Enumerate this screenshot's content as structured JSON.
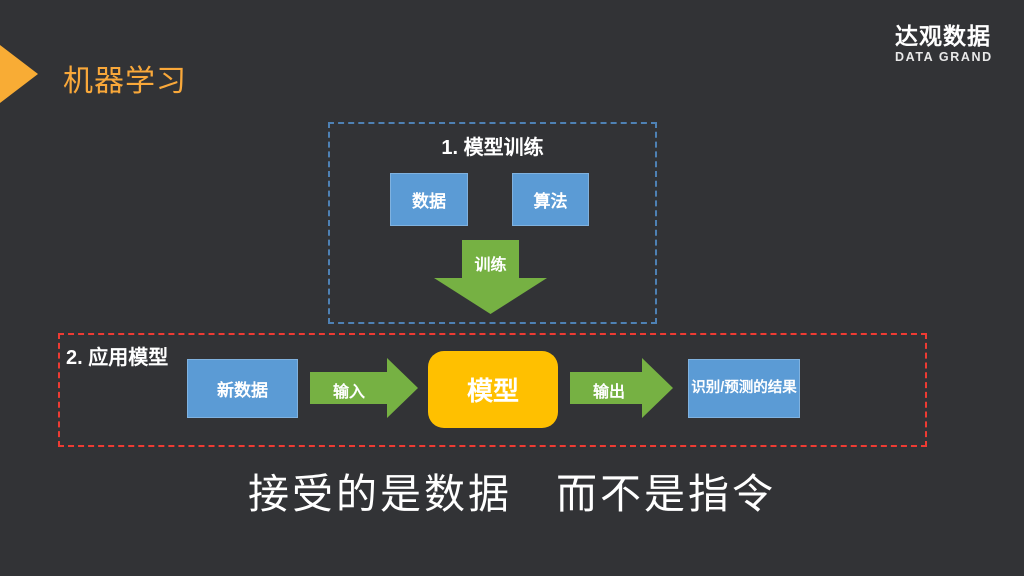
{
  "slide": {
    "title": "机器学习",
    "logo": {
      "cn": "达观数据",
      "en": "DATA GRAND"
    },
    "caption": "接受的是数据　而不是指令"
  },
  "training_section": {
    "label": "1. 模型训练",
    "data_box": "数据",
    "algorithm_box": "算法",
    "train_arrow_label": "训练"
  },
  "apply_section": {
    "label": "2. 应用模型",
    "new_data_box": "新数据",
    "input_arrow_label": "输入",
    "model_box": "模型",
    "output_arrow_label": "输出",
    "result_box": "识别/预测的结果"
  },
  "colors": {
    "background": "#323336",
    "accent_orange": "#F8AC35",
    "title_orange": "#F9A83A",
    "node_blue": "#5B9BD5",
    "arrow_green": "#76B143",
    "model_yellow": "#FFC000",
    "dashed_blue": "#4E81B4",
    "dashed_red": "#EE3B33",
    "text_white": "#FFFFFF"
  }
}
